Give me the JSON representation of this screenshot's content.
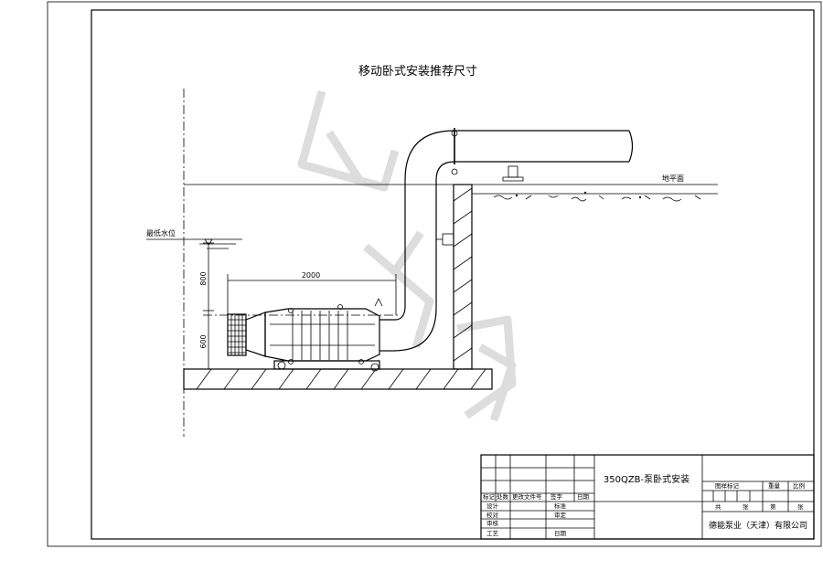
{
  "drawing": {
    "title": "移动卧式安装推荐尺寸",
    "labels": {
      "ground": "地平面",
      "min_water_level": "最低水位",
      "dim_length": "2000",
      "dim_upper": "800",
      "dim_lower": "600"
    }
  },
  "title_block": {
    "drawing_name": "350QZB-泵卧式安装",
    "company": "德能泵业（天津）有限公司",
    "rev_header": [
      "标记",
      "处数",
      "更改文件号",
      "签字",
      "日期"
    ],
    "sign_rows": [
      {
        "role": "设计",
        "role2": "标准"
      },
      {
        "role": "校对",
        "role2": "审定"
      },
      {
        "role": "审核",
        "role2": ""
      },
      {
        "role": "工艺",
        "role2": "日期"
      }
    ],
    "sample_header": [
      "图样标记",
      "重量",
      "比例"
    ],
    "sheet_row": [
      "共",
      "张",
      "第",
      "张"
    ]
  },
  "colors": {
    "line": "#000000",
    "watermark": "#cfcfcf"
  }
}
